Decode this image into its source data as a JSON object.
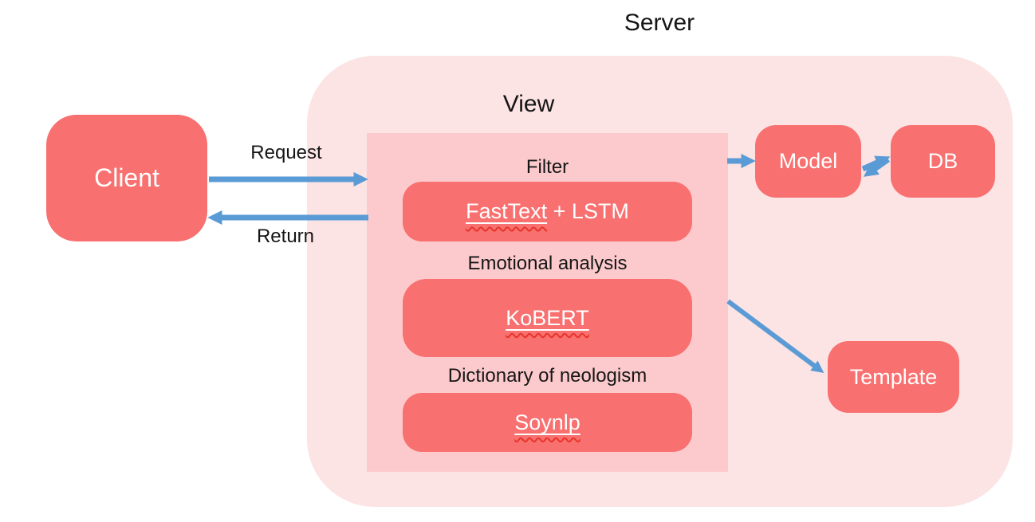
{
  "title": "Server",
  "client": {
    "label": "Client"
  },
  "flow": {
    "request_label": "Request",
    "return_label": "Return"
  },
  "view": {
    "title": "View",
    "sections": [
      {
        "heading": "Filter",
        "box": {
          "underlined": "FastText",
          "rest": " + LSTM"
        }
      },
      {
        "heading": "Emotional analysis",
        "box": {
          "underlined": "KoBERT",
          "rest": ""
        }
      },
      {
        "heading": "Dictionary of neologism",
        "box": {
          "underlined": "Soynlp",
          "rest": ""
        }
      }
    ]
  },
  "nodes": {
    "model": "Model",
    "db": "DB",
    "template": "Template"
  },
  "colors": {
    "node_coral": "#F8706F",
    "server_bg": "#FCE3E4",
    "view_bg": "#FCCACC",
    "arrow_blue": "#5B9BD5",
    "spellcheck_red": "#E6352B",
    "underline_white": "#FFFFFF",
    "label_black": "#161616",
    "node_text_white": "#FFFFFF"
  }
}
